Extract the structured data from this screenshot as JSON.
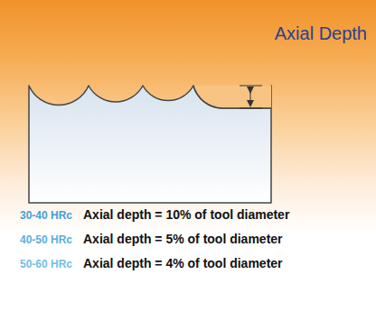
{
  "diagram": {
    "title": "Axial Depth",
    "labels": [
      "30-40 HRc",
      "Axial depth = 10% of tool diameter",
      "40-50 HRc",
      "Axial depth = 5% of tool diameter",
      "50-60 HRc",
      "Axial depth = 4% of tool diameter"
    ]
  }
}
